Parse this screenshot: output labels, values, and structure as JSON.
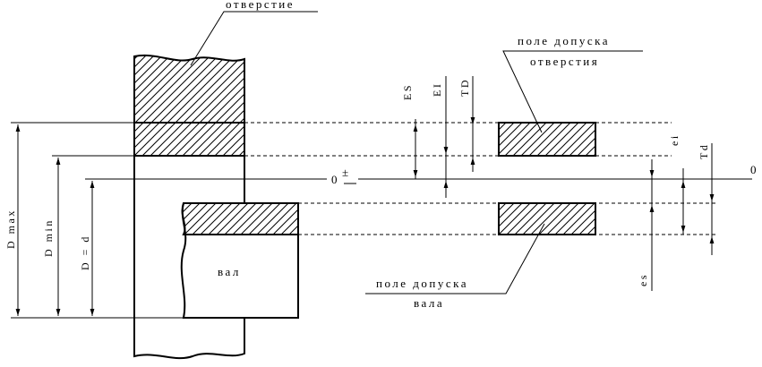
{
  "labels": {
    "hole": "отверстие",
    "hole_tol_line1": "поле допуска",
    "hole_tol_line2": "отверстия",
    "shaft": "вал",
    "shaft_tol_line1": "поле допуска",
    "shaft_tol_line2": "вала"
  },
  "dimensions": {
    "dmax": "D max",
    "dmin": "D min",
    "d_eq": "D = d",
    "ES": "ES",
    "EI": "EI",
    "TD": "TD",
    "ei": "ei",
    "Td": "Td",
    "es": "es"
  },
  "zero_line": {
    "left_label": "0",
    "pm": "±",
    "right_label": "0"
  }
}
